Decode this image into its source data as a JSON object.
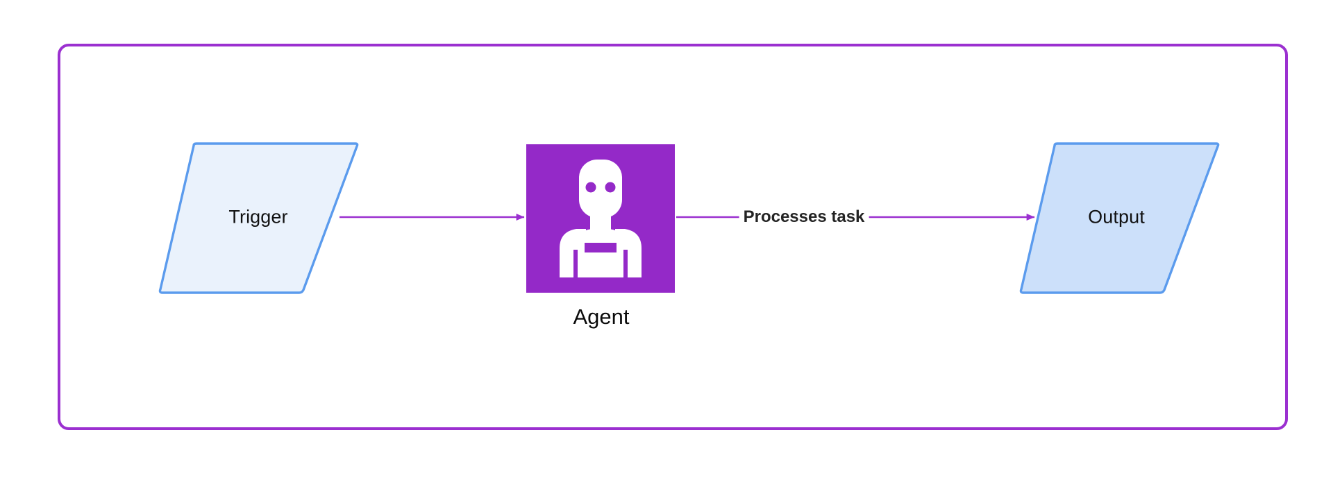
{
  "diagram": {
    "type": "flowchart",
    "orientation": "left-to-right",
    "container": {
      "name": "workflow-container",
      "border_color": "#9b30d0",
      "fill": "transparent"
    },
    "nodes": [
      {
        "id": "trigger",
        "label": "Trigger",
        "shape": "parallelogram",
        "fill": "#eaf2fc",
        "stroke": "#5b9bed"
      },
      {
        "id": "agent",
        "label": "Agent",
        "shape": "square-icon",
        "fill": "#9429c8",
        "icon": "robot-icon",
        "icon_color": "#ffffff"
      },
      {
        "id": "output",
        "label": "Output",
        "shape": "parallelogram",
        "fill": "#cce0fa",
        "stroke": "#5b9bed"
      }
    ],
    "edges": [
      {
        "id": "trigger-to-agent",
        "from": "trigger",
        "to": "agent",
        "label": "",
        "color": "#9b30d0"
      },
      {
        "id": "agent-to-output",
        "from": "agent",
        "to": "output",
        "label": "Processes task",
        "color": "#9b30d0"
      }
    ]
  }
}
